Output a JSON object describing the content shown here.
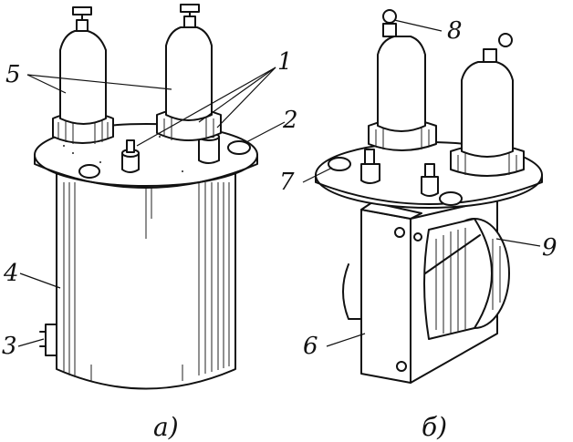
{
  "labels": {
    "l1": "1",
    "l2": "2",
    "l3": "3",
    "l4": "4",
    "l5": "5",
    "l6": "6",
    "l7": "7",
    "l8": "8",
    "l9": "9"
  },
  "captions": {
    "a": "а)",
    "b": "б)"
  }
}
